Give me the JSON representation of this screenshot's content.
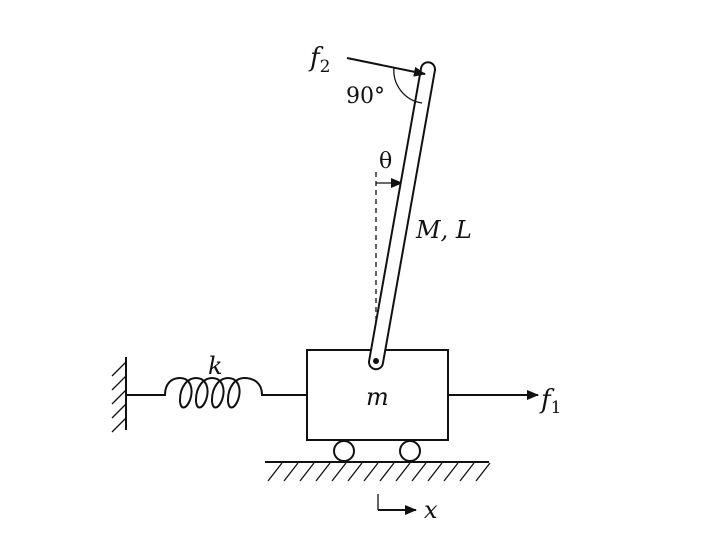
{
  "diagram": {
    "labels": {
      "f2": "f",
      "f2_sub": "2",
      "right_angle": "90°",
      "theta": "θ",
      "pendulum": "M,  L",
      "spring": "k",
      "cart": "m",
      "f1": "f",
      "f1_sub": "1",
      "displacement": "x"
    }
  }
}
